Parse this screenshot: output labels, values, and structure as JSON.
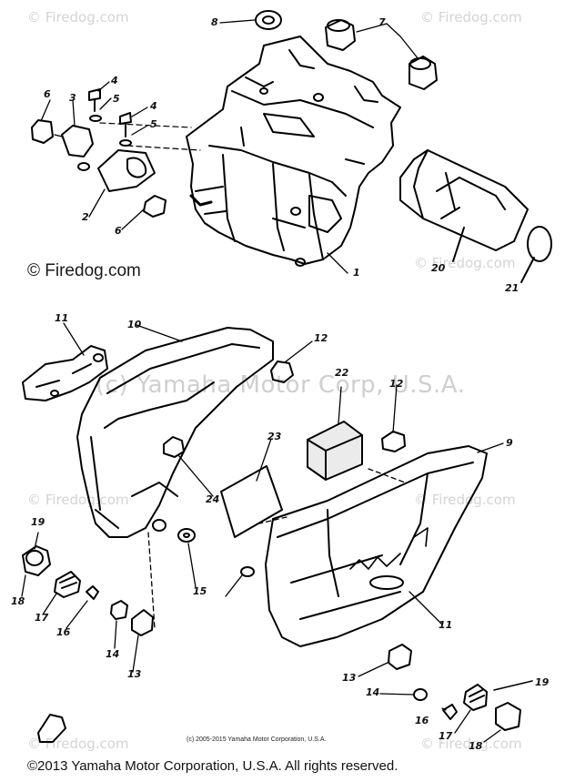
{
  "watermarks": {
    "site": "© Firedog.com",
    "site_prominent": "© Firedog.com",
    "center": "(c) Yamaha Motor Corp, U.S.A."
  },
  "callouts": {
    "n1": "1",
    "n2": "2",
    "n3": "3",
    "n4a": "4",
    "n4b": "4",
    "n5a": "5",
    "n5b": "5",
    "n6a": "6",
    "n6b": "6",
    "n7": "7",
    "n8": "8",
    "n9": "9",
    "n10": "10",
    "n11a": "11",
    "n11b": "11",
    "n12a": "12",
    "n12b": "12",
    "n13a": "13",
    "n13b": "13",
    "n14a": "14",
    "n14b": "14",
    "n15": "15",
    "n16a": "16",
    "n16b": "16",
    "n17a": "17",
    "n17b": "17",
    "n18a": "18",
    "n18b": "18",
    "n19a": "19",
    "n19b": "19",
    "n20": "20",
    "n21": "21",
    "n22": "22",
    "n23": "23",
    "n24": "24"
  },
  "footer": {
    "small_copyright": "(c) 2005-2015 Yamaha Motor Corporation, U.S.A.",
    "main_copyright": "©2013 Yamaha Motor Corporation, U.S.A. All rights reserved."
  }
}
